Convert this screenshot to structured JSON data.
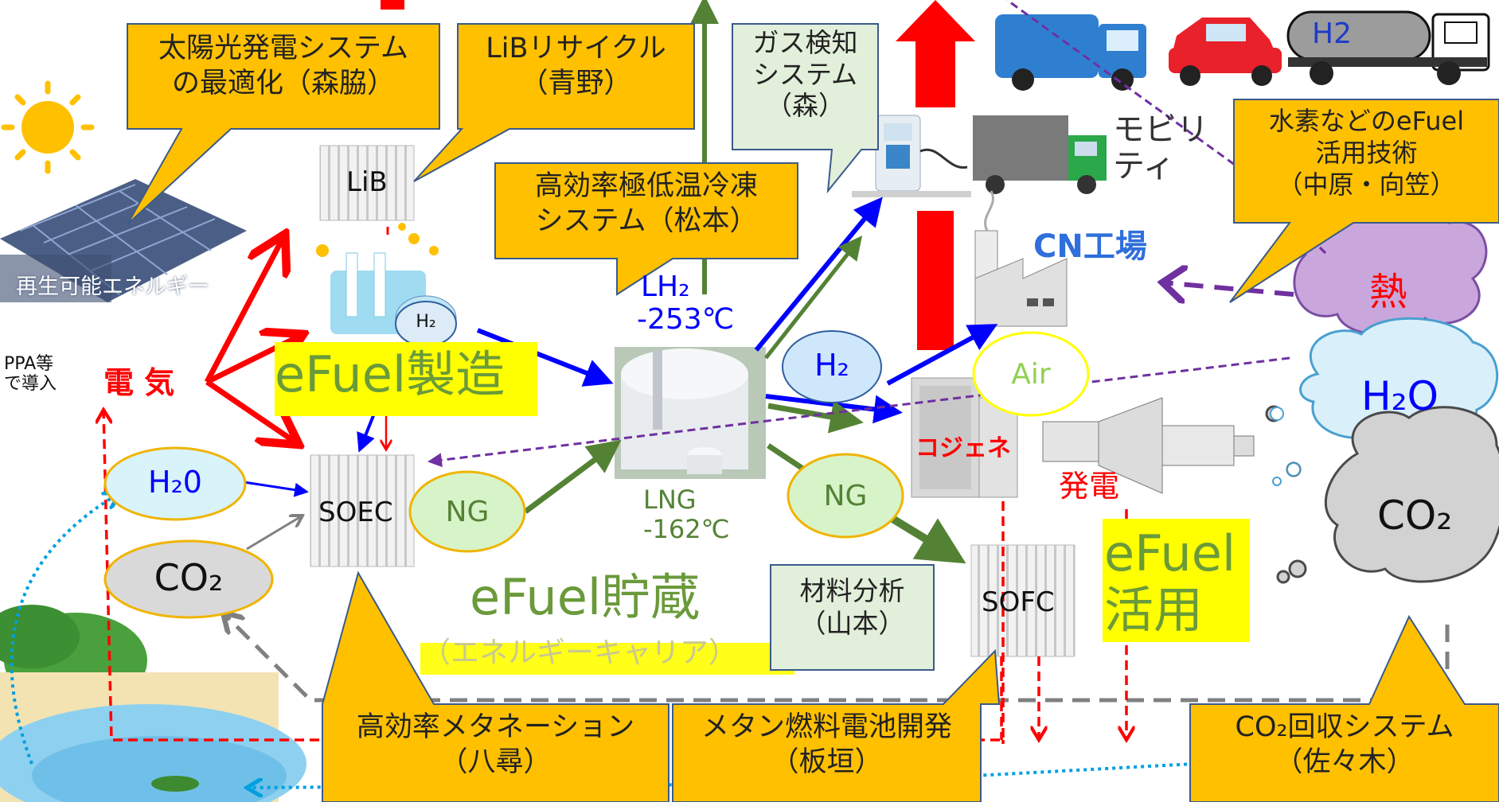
{
  "colors": {
    "callout_fill": "#ffc000",
    "callout_stroke": "#3a5a8c",
    "green_callout_fill": "#e2efda",
    "highlight": "#ffff00",
    "red": "#ff0000",
    "blue": "#0000ff",
    "green": "#548235",
    "purple": "#7030a0",
    "gray": "#808080"
  },
  "callouts": {
    "solar_opt": [
      "太陽光発電システム",
      "の最適化（森脇）"
    ],
    "lib_recycle": [
      "LiBリサイクル",
      "（青野）"
    ],
    "gas_detect": [
      "ガス検知",
      "システム",
      "（森）"
    ],
    "freezer": [
      "高効率極低温冷凍",
      "システム（松本）"
    ],
    "efuel_use": [
      "水素などのeFuel",
      "活用技術",
      "（中原・向笠）"
    ],
    "material": [
      "材料分析",
      "（山本）"
    ],
    "methanation": [
      "高効率メタネーション",
      "（八尋）"
    ],
    "methane_fc": [
      "メタン燃料電池開発",
      "（板垣）"
    ],
    "co2_capture": [
      "CO₂回収システム",
      "（佐々木）"
    ]
  },
  "labels": {
    "renewable": "再生可能エネルギー",
    "ppa": [
      "PPA等",
      "で導入"
    ],
    "electricity": "電 気",
    "lib": "LiB",
    "soec": "SOEC",
    "sofc": "SOFC",
    "h2_small": "H₂",
    "h2_blue": "H₂",
    "h2o_left": "H₂0",
    "co2_left": "CO₂",
    "ng_left": "NG",
    "ng_right": "NG",
    "air": "Air",
    "lh2": [
      "LH₂",
      "-253℃"
    ],
    "lng": [
      "LNG",
      "-162℃"
    ],
    "efuel_make": "eFuel製造",
    "efuel_store": "eFuel貯蔵",
    "energy_carrier": "（エネルギーキャリア）",
    "efuel_use_big": [
      "eFuel",
      "活用"
    ],
    "mobility": [
      "モビリ",
      "ティ"
    ],
    "cn_factory": "CN工場",
    "cogene": "コジェネ",
    "power_gen": "発電",
    "heat": "熱",
    "h2o_cloud": "H₂O",
    "co2_cloud": "CO₂",
    "tank_truck": "H2"
  }
}
